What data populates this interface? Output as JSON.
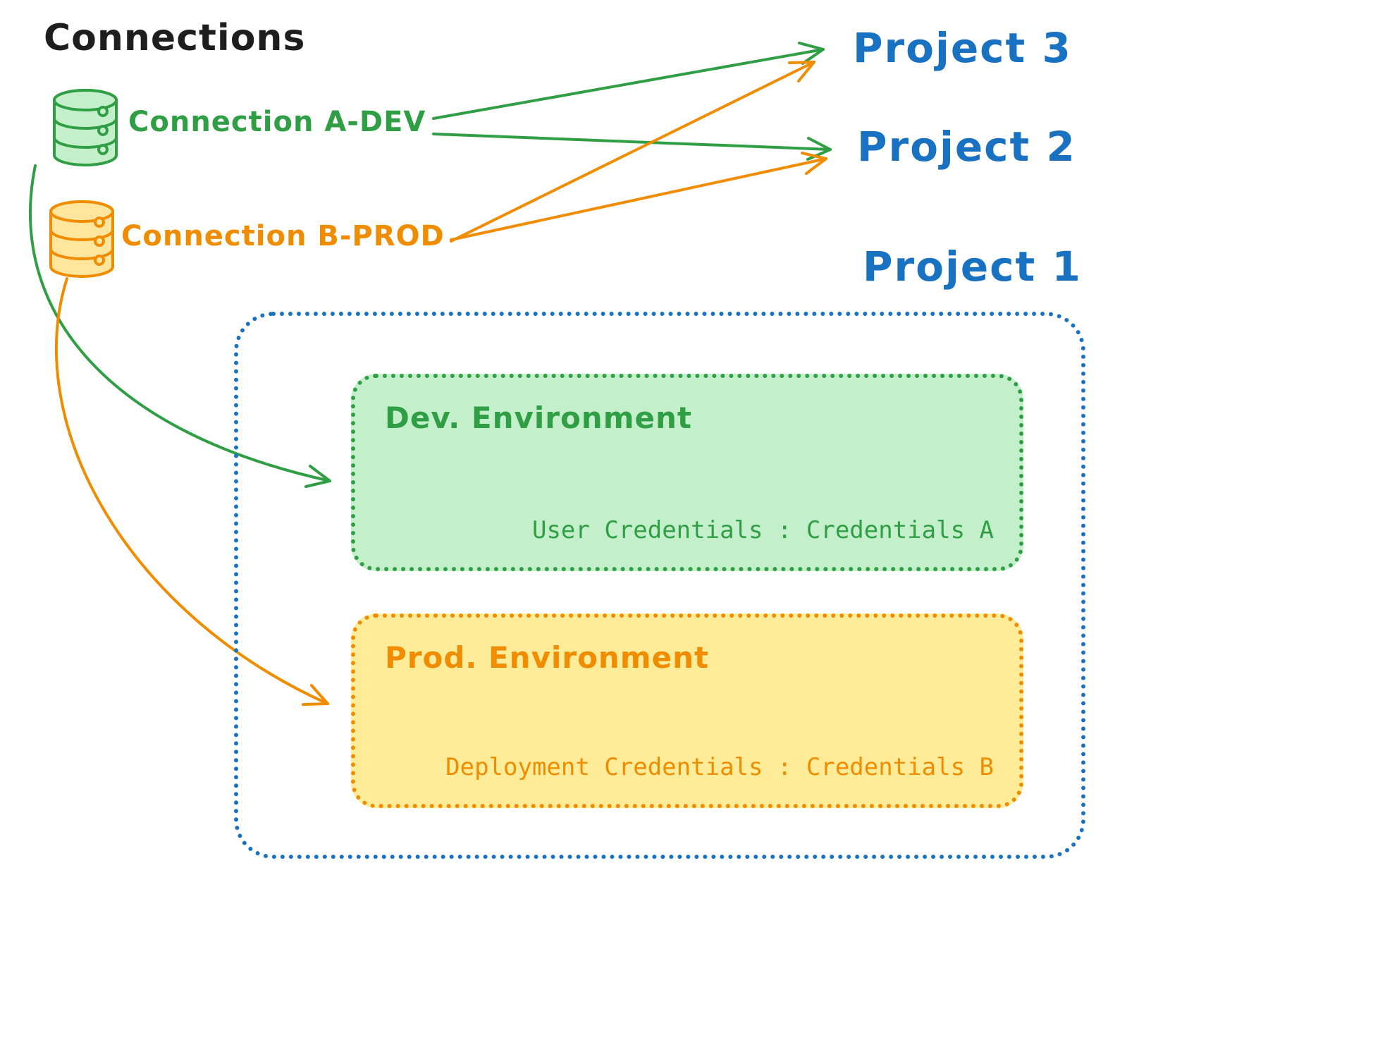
{
  "title": "Connections",
  "connections": [
    {
      "id": "a-dev",
      "label": "Connection A-DEV",
      "color": "#2f9e44"
    },
    {
      "id": "b-prod",
      "label": "Connection B-PROD",
      "color": "#f08c00"
    }
  ],
  "projects": [
    {
      "label": "Project 3"
    },
    {
      "label": "Project 2"
    },
    {
      "label": "Project 1"
    }
  ],
  "project1": {
    "dev": {
      "title": "Dev. Environment",
      "credentials": "User Credentials : Credentials A"
    },
    "prod": {
      "title": "Prod. Environment",
      "credentials": "Deployment Credentials : Credentials B"
    }
  },
  "arrows": [
    {
      "from": "Connection A-DEV",
      "to": "Project 3",
      "color": "#2f9e44"
    },
    {
      "from": "Connection A-DEV",
      "to": "Project 2",
      "color": "#2f9e44"
    },
    {
      "from": "Connection B-PROD",
      "to": "Project 3",
      "color": "#f08c00"
    },
    {
      "from": "Connection B-PROD",
      "to": "Project 2",
      "color": "#f08c00"
    },
    {
      "from": "Connection A-DEV",
      "to": "Dev. Environment",
      "color": "#2f9e44"
    },
    {
      "from": "Connection B-PROD",
      "to": "Prod. Environment",
      "color": "#f08c00"
    }
  ],
  "colors": {
    "green": "#2f9e44",
    "green_fill": "#c4efcb",
    "orange": "#f08c00",
    "orange_fill": "#ffec99",
    "blue": "#1971c2",
    "text": "#1e1e1e"
  }
}
